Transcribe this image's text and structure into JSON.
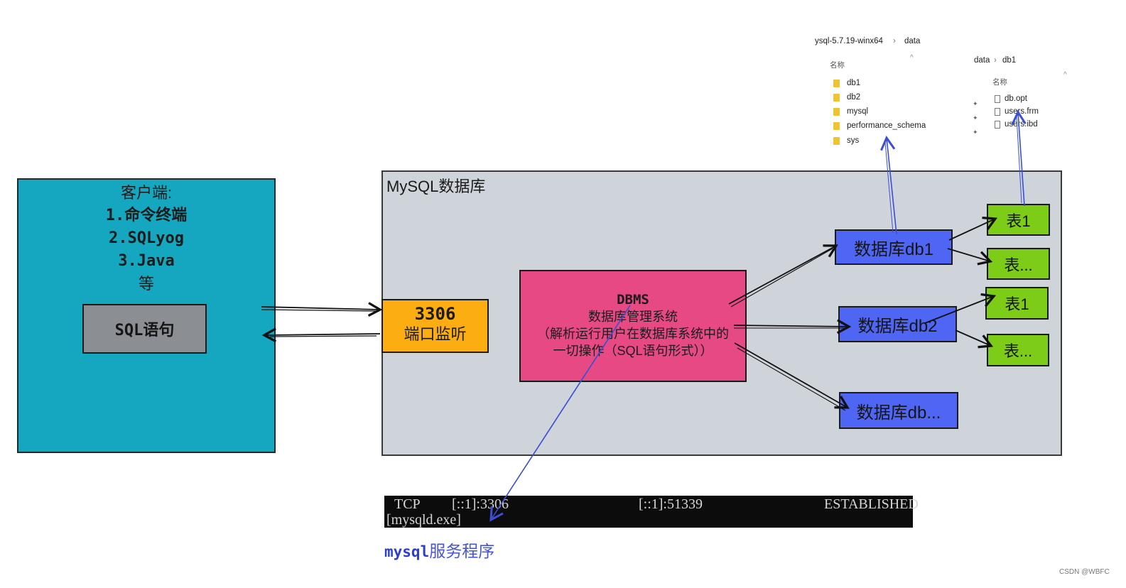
{
  "client": {
    "title": "客户端:",
    "items": [
      "1.命令终端",
      "2.SQLyog",
      "3.Java",
      "等"
    ],
    "sql_label": "SQL语句"
  },
  "mysql": {
    "title": "MySQL数据库"
  },
  "port": {
    "number": "3306",
    "label": "端口监听"
  },
  "dbms": {
    "title": "DBMS",
    "subtitle": "数据库管理系统",
    "desc_line1": "（解析运行用户在数据库系统中的",
    "desc_line2": "一切操作（SQL语句形式））"
  },
  "databases": [
    "数据库db1",
    "数据库db2",
    "数据库db..."
  ],
  "tables": [
    "表1",
    "表...",
    "表1",
    "表..."
  ],
  "console": {
    "protocol": "TCP",
    "local": "[::1]:3306",
    "remote": "[::1]:51339",
    "state": "ESTABLISHED",
    "process": "[mysqld.exe]"
  },
  "service": {
    "prefix": "mysql",
    "label": "服务程序"
  },
  "explorer1": {
    "breadcrumb_left": "ysql-5.7.19-winx64",
    "breadcrumb_right": "data",
    "column": "名称",
    "folders": [
      "db1",
      "db2",
      "mysql",
      "performance_schema",
      "sys"
    ]
  },
  "explorer2": {
    "breadcrumb_left": "data",
    "breadcrumb_right": "db1",
    "column": "名称",
    "files": [
      "db.opt",
      "users.frm",
      "users.ibd"
    ]
  },
  "watermark": "CSDN @WBFC",
  "colors": {
    "client": "#14a7bf",
    "port": "#fbad12",
    "dbms": "#e64983",
    "database": "#4f66f5",
    "table": "#7ccc18",
    "container": "#cfd4da",
    "annotation": "#3a4fd6"
  }
}
